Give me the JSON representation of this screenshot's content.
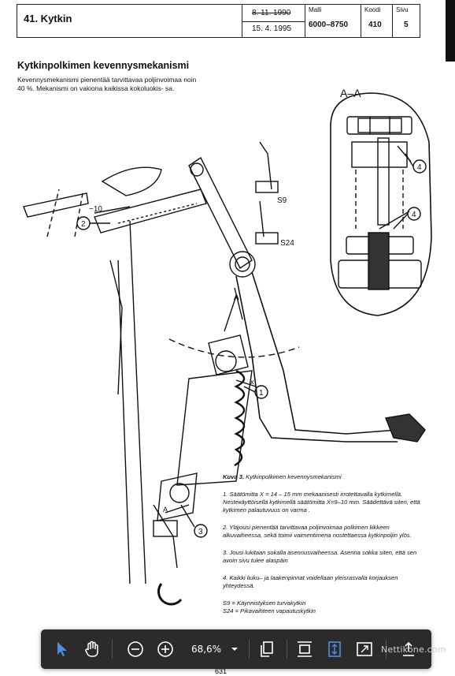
{
  "header": {
    "title": "41. Kytkin",
    "date_old": "8. 11. 1990",
    "date_new": "15. 4. 1995",
    "model_label": "Malli",
    "model_value": "6000–8750",
    "code_label": "Koodi",
    "code_value": "410",
    "page_label": "Sivu",
    "page_value": "5"
  },
  "section": {
    "title": "Kytkinpolkimen kevennysmekanismi",
    "intro": "Kevennysmekanismi pienentää tarvittavaa poljinvoimaa noin 40 %. Mekanismi on vakiona kaikissa kokoluokis- sa."
  },
  "figure": {
    "view_label": "A–A",
    "callouts": [
      "1",
      "2",
      "3",
      "4",
      "4"
    ],
    "labels": {
      "dim_a_upper": "A",
      "dim_a_lower": "A",
      "dim_x": "x",
      "dim_10": "~10",
      "s9": "S9",
      "s24": "S24"
    },
    "caption_title_bold": "Kuva 3.",
    "caption_title": " Kytkinpolkimen kevennysmekanismi",
    "notes": [
      "1.  Säätömitta  X = 14 – 15 mm mekaanisesti irrotettavalla kytkimellä. Nesteкäyttöisellä kytkimellä säätömitta  X=9–10 mm. Säädettävä siten, että kytkimen palautuvuus on varma .",
      "2. Yläjousi pienentää tarvittavaa poljinvoimaa polkimen liikkeen alkuvaiheessa, sekä toimii vaimentimena nostettaessa kytkinpoljin ylös.",
      "3. Jousi lukitaan sokalla asennusvaiheessa. Asenna sokka siten, että sen avoin sivu tulee alaspäin",
      "4.  Kaikki liuku– ja laakeripinnat voidellaan yleisrasvalla korjauksen yhteydessä."
    ],
    "legend": [
      "S9 = Käynnistyksen turvakytkin",
      "S24 = Pikavaihteen vapautuskytkin"
    ]
  },
  "page_number": "631",
  "toolbar": {
    "zoom": "68,6%",
    "tools": [
      "select-icon",
      "hand-icon",
      "zoom-out-icon",
      "zoom-in-icon",
      "chevron-down-icon",
      "copy-icon",
      "fit-height-icon",
      "fit-page-icon",
      "fit-width-icon",
      "share-icon"
    ],
    "accent": "#4a90e2"
  },
  "watermark": "Nettikone.com"
}
